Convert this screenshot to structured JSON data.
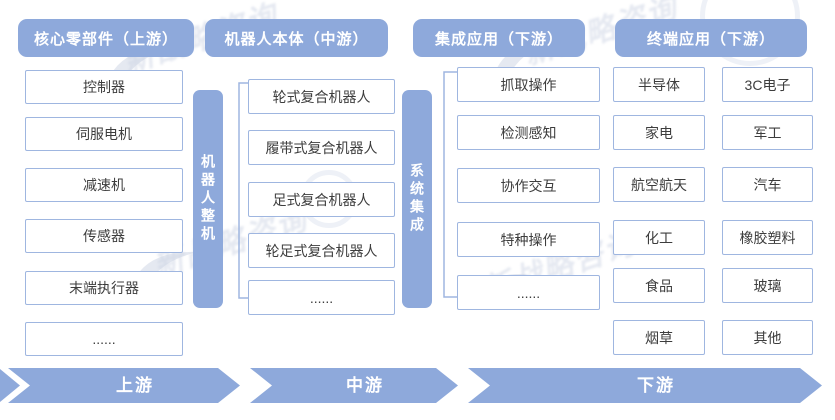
{
  "headers": [
    {
      "label": "核心零部件（上游）"
    },
    {
      "label": "机器人本体（中游）"
    },
    {
      "label": "集成应用（下游）"
    },
    {
      "label": "终端应用（下游）"
    }
  ],
  "columns": {
    "core_components": [
      "控制器",
      "伺服电机",
      "减速机",
      "传感器",
      "末端执行器",
      "......"
    ],
    "robot_types": [
      "轮式复合机器人",
      "履带式复合机器人",
      "足式复合机器人",
      "轮足式复合机器人",
      "......"
    ],
    "applications": [
      "抓取操作",
      "检测感知",
      "协作交互",
      "特种操作",
      "......"
    ],
    "end_industries_left": [
      "半导体",
      "家电",
      "航空航天",
      "化工",
      "食品",
      "烟草"
    ],
    "end_industries_right": [
      "3C电子",
      "军工",
      "汽车",
      "橡胶塑料",
      "玻璃",
      "其他"
    ]
  },
  "vertical_bars": [
    {
      "label": "机器人整机"
    },
    {
      "label": "系统集成"
    }
  ],
  "flow_arrows": [
    {
      "label": "上游"
    },
    {
      "label": "中游"
    },
    {
      "label": "下游"
    }
  ],
  "watermark": {
    "text": "新战略咨询"
  },
  "colors": {
    "accent_blue": "#8EA9DB",
    "box_border": "#9FB6E0",
    "box_text": "#3d3d3d",
    "header_text": "#ffffff",
    "background": "#ffffff"
  }
}
